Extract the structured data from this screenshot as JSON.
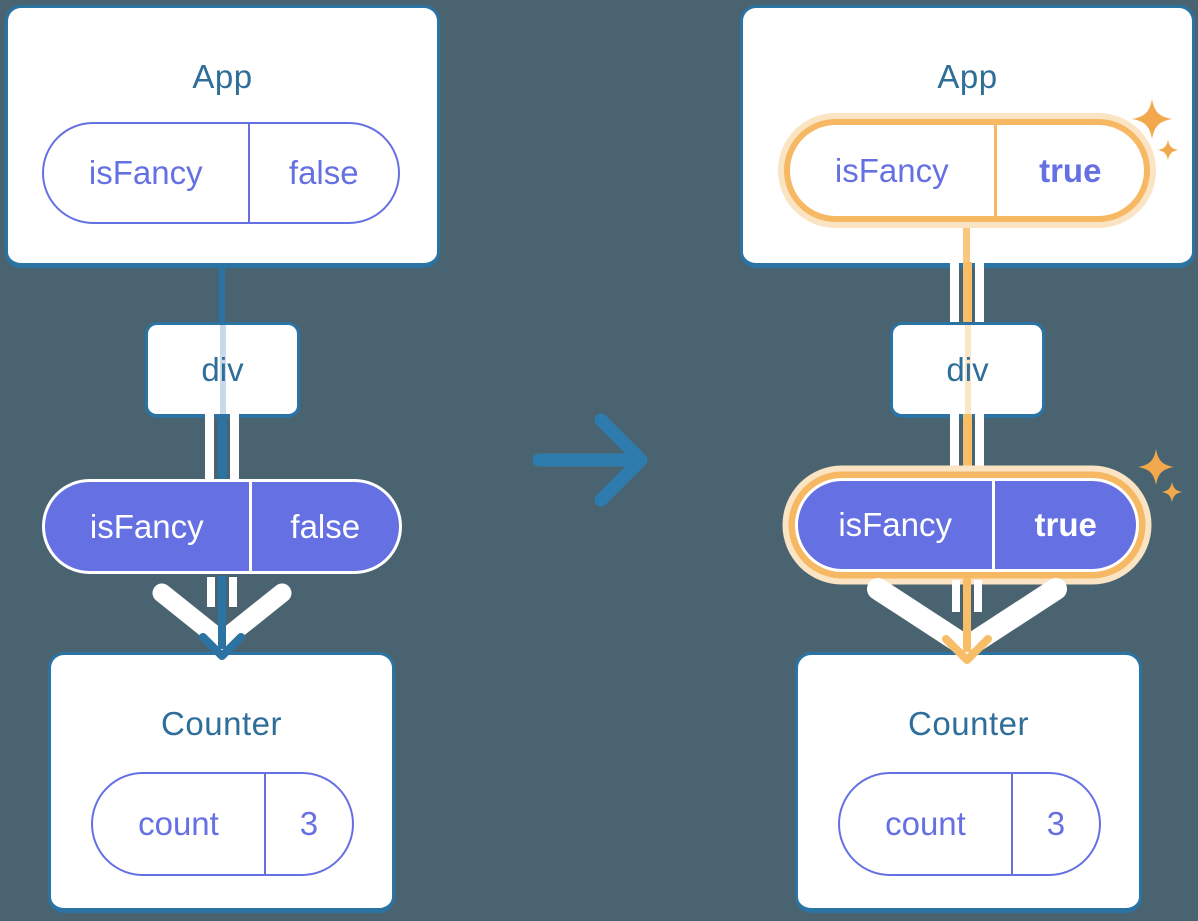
{
  "colors": {
    "background": "#496370",
    "card_stroke": "#2B73A3",
    "component_text": "#2E6E99",
    "state_purple": "#6571E3",
    "highlight_orange": "#F6B863",
    "highlight_halo": "#FBE4C3",
    "sparkle_orange": "#F2A94D",
    "transition_arrow_blue": "#2D7CAD",
    "faded_blue_line": "#C9D8EB",
    "faded_orange_line": "#FBE7C8"
  },
  "before": {
    "app_title": "App",
    "app_state": {
      "key": "isFancy",
      "value": "false"
    },
    "div_label": "div",
    "prop": {
      "key": "isFancy",
      "value": "false"
    },
    "counter_title": "Counter",
    "counter_state": {
      "key": "count",
      "value": "3"
    }
  },
  "after": {
    "app_title": "App",
    "app_state": {
      "key": "isFancy",
      "value": "true"
    },
    "div_label": "div",
    "prop": {
      "key": "isFancy",
      "value": "true"
    },
    "counter_title": "Counter",
    "counter_state": {
      "key": "count",
      "value": "3"
    }
  }
}
